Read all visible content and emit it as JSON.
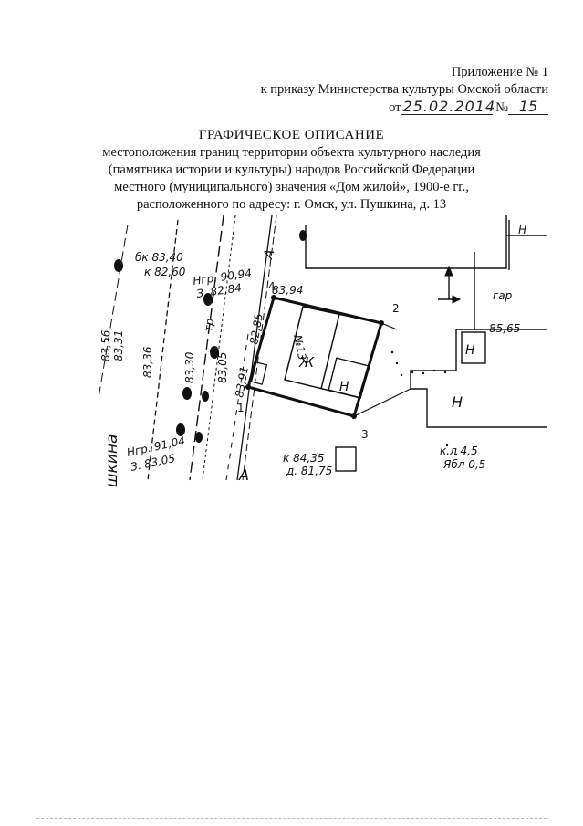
{
  "header": {
    "appendix": "Приложение № 1",
    "order": "к приказу Министерства культуры Омской области",
    "date_prefix": "от",
    "date_value": "25.02.2014",
    "number_prefix": "№",
    "number_value": "15"
  },
  "title": {
    "main": "ГРАФИЧЕСКОЕ ОПИСАНИЕ",
    "lines": [
      "местоположения границ территории объекта культурного наследия",
      "(памятника истории и культуры) народов Российской Федерации",
      "местного (муниципального) значения «Дом жилой», 1900-е гг.,",
      "расположенного по адресу: г. Омск, ул. Пушкина, д. 13"
    ]
  },
  "map": {
    "street_label": "шкина",
    "labels": {
      "bk": "бк 83,40",
      "k1": "к 82,60",
      "ngr1": "Нгр. 90,94",
      "z1": "З. 82,84",
      "ngr2": "Нгр. 91,04",
      "z2": "З. 83,05",
      "k_top": "83,94",
      "n_building": "№13",
      "zh": "Ж",
      "n1": "Н",
      "n2": "Н",
      "n3": "Н",
      "gar": "гар",
      "elev_right": "85,65",
      "h_top": "Н",
      "k_bottom": "к 84,35",
      "d_bottom": "д. 81,75",
      "kl": "к.л 4,5",
      "ybl": "Ябл 0,5",
      "a1": "А",
      "a2": "А",
      "pt1": "1",
      "pt2": "2",
      "pt3": "3",
      "pt4": "4",
      "v1": "83,56",
      "v2": "83,31",
      "v3": "83,36",
      "v4": "83,30",
      "v5": "83,05",
      "v6": "83,91",
      "v7": "82,85",
      "tr": "тр"
    }
  }
}
